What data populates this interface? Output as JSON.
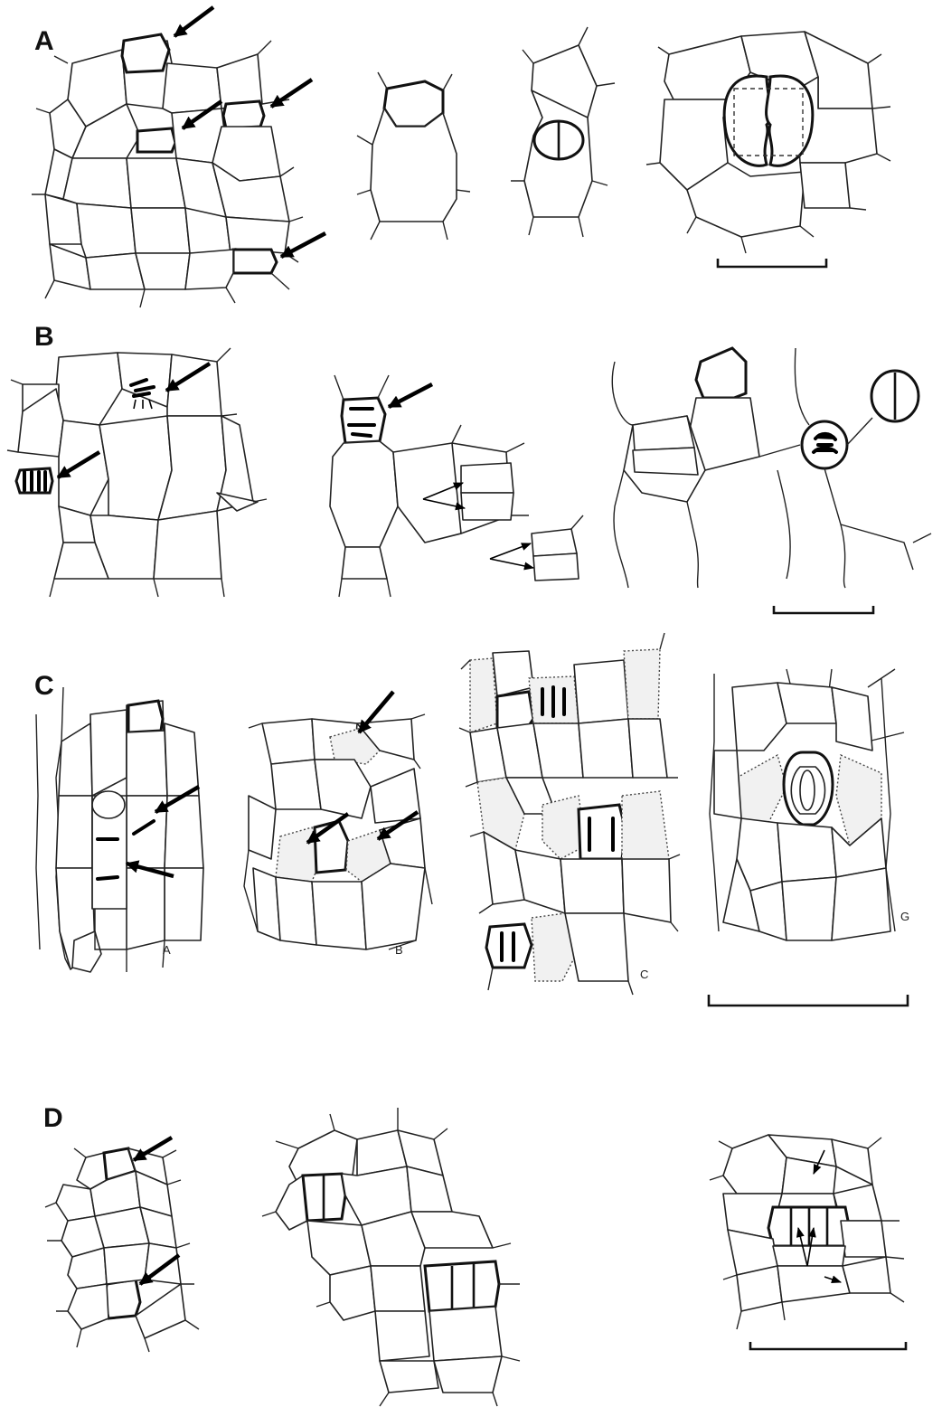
{
  "figure": {
    "panels": [
      {
        "label": "A"
      },
      {
        "label": "B"
      },
      {
        "label": "C",
        "sublabels": [
          "A",
          "B",
          "C",
          "G"
        ]
      },
      {
        "label": "D"
      }
    ]
  }
}
